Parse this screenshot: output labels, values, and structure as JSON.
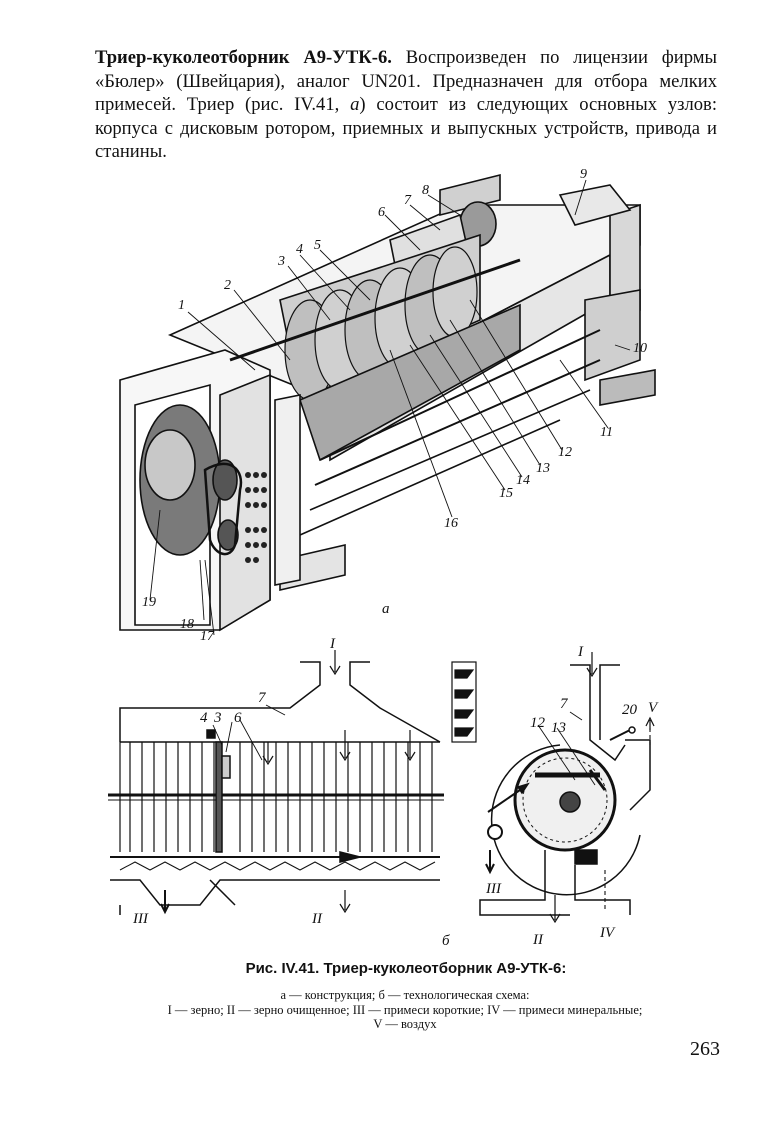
{
  "paragraph": {
    "title": "Триер-куколеотборник А9-УТК-6.",
    "text1": " Воспроизведен по лицензии фирмы «Бюлер» (Швейцария), аналог UN201. Предназначен для отбора мелких примесей. Триер (рис. IV.41, ",
    "ref": "а",
    "text2": ") состоит из следующих основных узлов: корпуса с дисковым ротором, приемных и выпускных устройств, привода и станины."
  },
  "figure": {
    "part_a": {
      "letter": "а",
      "callouts": [
        "1",
        "2",
        "3",
        "4",
        "5",
        "6",
        "7",
        "8",
        "9",
        "10",
        "11",
        "12",
        "13",
        "14",
        "15",
        "16",
        "17",
        "18",
        "19"
      ]
    },
    "part_b": {
      "letter": "б",
      "left_labels": [
        "I",
        "7",
        "4",
        "3",
        "6",
        "III",
        "II"
      ],
      "right_labels": [
        "I",
        "7",
        "20",
        "V",
        "12",
        "13",
        "III",
        "II",
        "IV"
      ]
    }
  },
  "caption": {
    "title": "Рис. IV.41. Триер-куколеотборник А9-УТК-6:",
    "line1": "а — конструкция; б — технологическая схема:",
    "line2": "I — зерно; II — зерно очищенное; III — примеси короткие; IV — примеси минеральные;",
    "line3": "V — воздух"
  },
  "page_number": "263"
}
